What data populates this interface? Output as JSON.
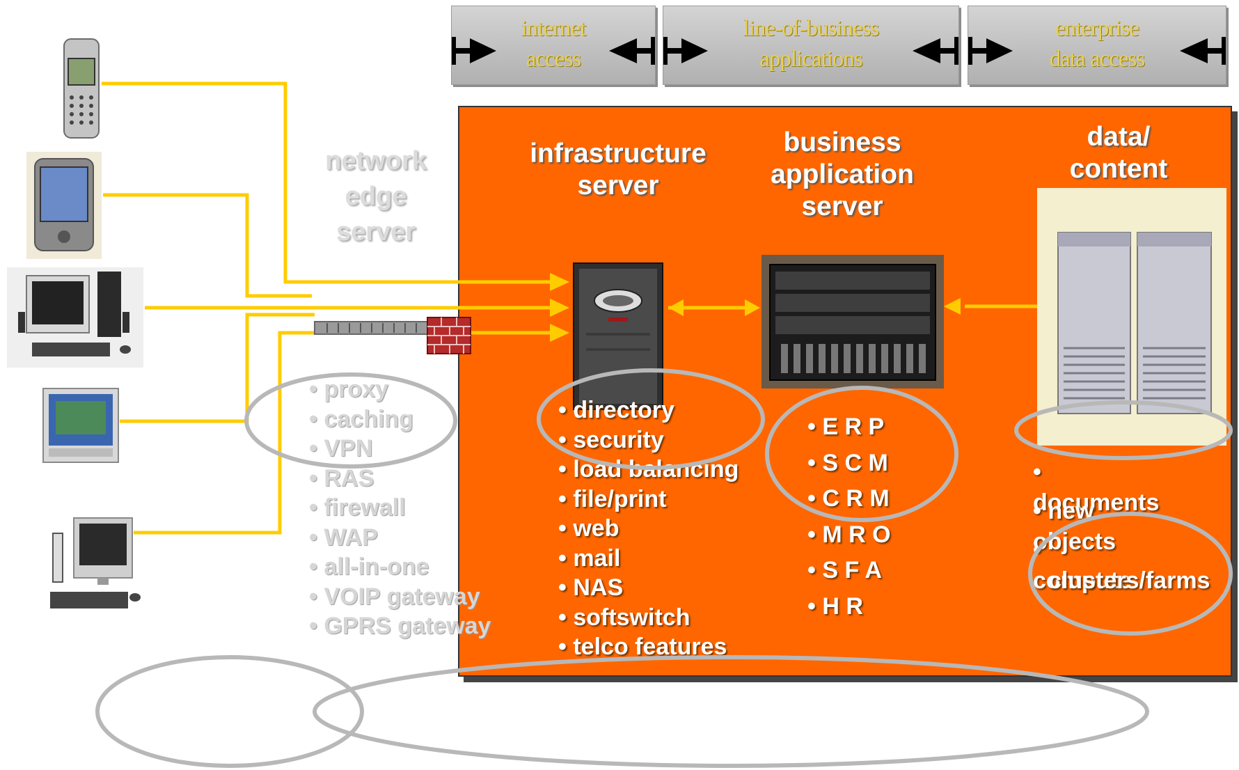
{
  "scope_boxes": [
    {
      "line1": "internet",
      "line2": "access"
    },
    {
      "line1": "line-of-business",
      "line2": "applications"
    },
    {
      "line1": "enterprise",
      "line2": "data access"
    }
  ],
  "network_edge": {
    "title_lines": [
      "network",
      "edge",
      "server"
    ],
    "items": [
      "proxy",
      "caching",
      "VPN",
      "RAS",
      "firewall",
      "WAP",
      "all-in-one",
      "VOIP gateway",
      "GPRS gateway"
    ]
  },
  "infrastructure": {
    "title_lines": [
      "infrastructure",
      "server"
    ],
    "items": [
      "directory",
      "security",
      "load balancing",
      "file/print",
      "web",
      "mail",
      "NAS",
      "softswitch",
      "telco features"
    ]
  },
  "business_app": {
    "title_lines": [
      "business",
      "application",
      "server"
    ],
    "items": [
      "E R P",
      "S C M",
      "C R M",
      "M R O",
      "S F A",
      "H R"
    ]
  },
  "data_content": {
    "title_lines": [
      "data/",
      "content"
    ],
    "items": [
      "documents",
      "new objects",
      "compute",
      "clusters/farms"
    ]
  },
  "devices": [
    "mobile-phone",
    "pda",
    "desktop-pc",
    "kiosk-terminal",
    "thin-client"
  ],
  "colors": {
    "panel": "#ff6600",
    "connector": "#ffcc00",
    "ellipse": "#b8b8b8",
    "scope_text": "#e8cf57"
  }
}
